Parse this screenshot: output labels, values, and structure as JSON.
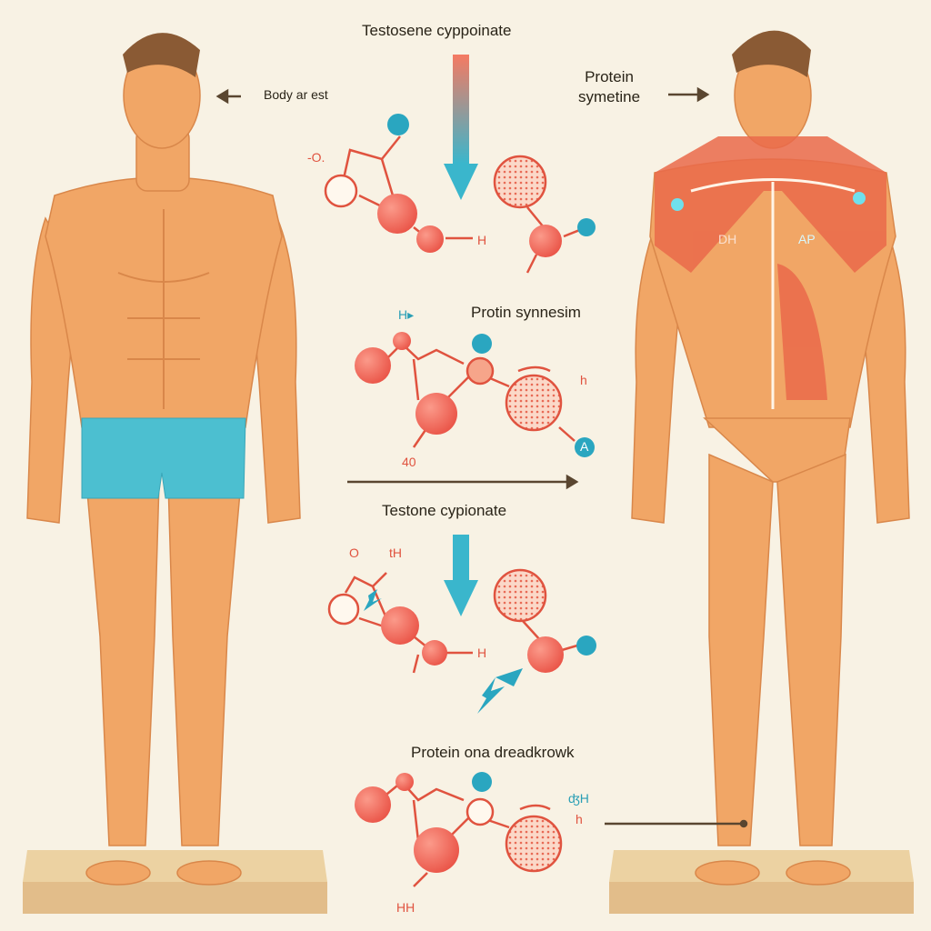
{
  "labels": {
    "top_title": "Testosene cyppoinate",
    "body_at_rest": "Body ar est",
    "protein_synthesis_top_line1": "Protein",
    "protein_synthesis_top_line2": "symetine",
    "middle_title": "Protin synnesim",
    "second_title": "Testone cypionate",
    "bottom_title": "Protein ona dreadkrowk",
    "chest_left": "DH",
    "chest_right": "AP"
  },
  "atoms": {
    "m1_o": "-O.",
    "m1_h": "H",
    "m2_h": "H▸",
    "m2_h2": "h",
    "m2_num": "40",
    "m2_a": "A",
    "m3_o": "O",
    "m3_th": "tH",
    "m3_h": "H",
    "m4_h": "ʤH",
    "m4_h2": "h",
    "m4_hh": "HH"
  },
  "colors": {
    "background": "#f8f2e4",
    "skin": "#f0a565",
    "muscle": "#ea6a4a",
    "atom": "#f0665a",
    "teal": "#2aa6c0",
    "shorts": "#4cbfd0",
    "platform": "#e8c79a"
  }
}
